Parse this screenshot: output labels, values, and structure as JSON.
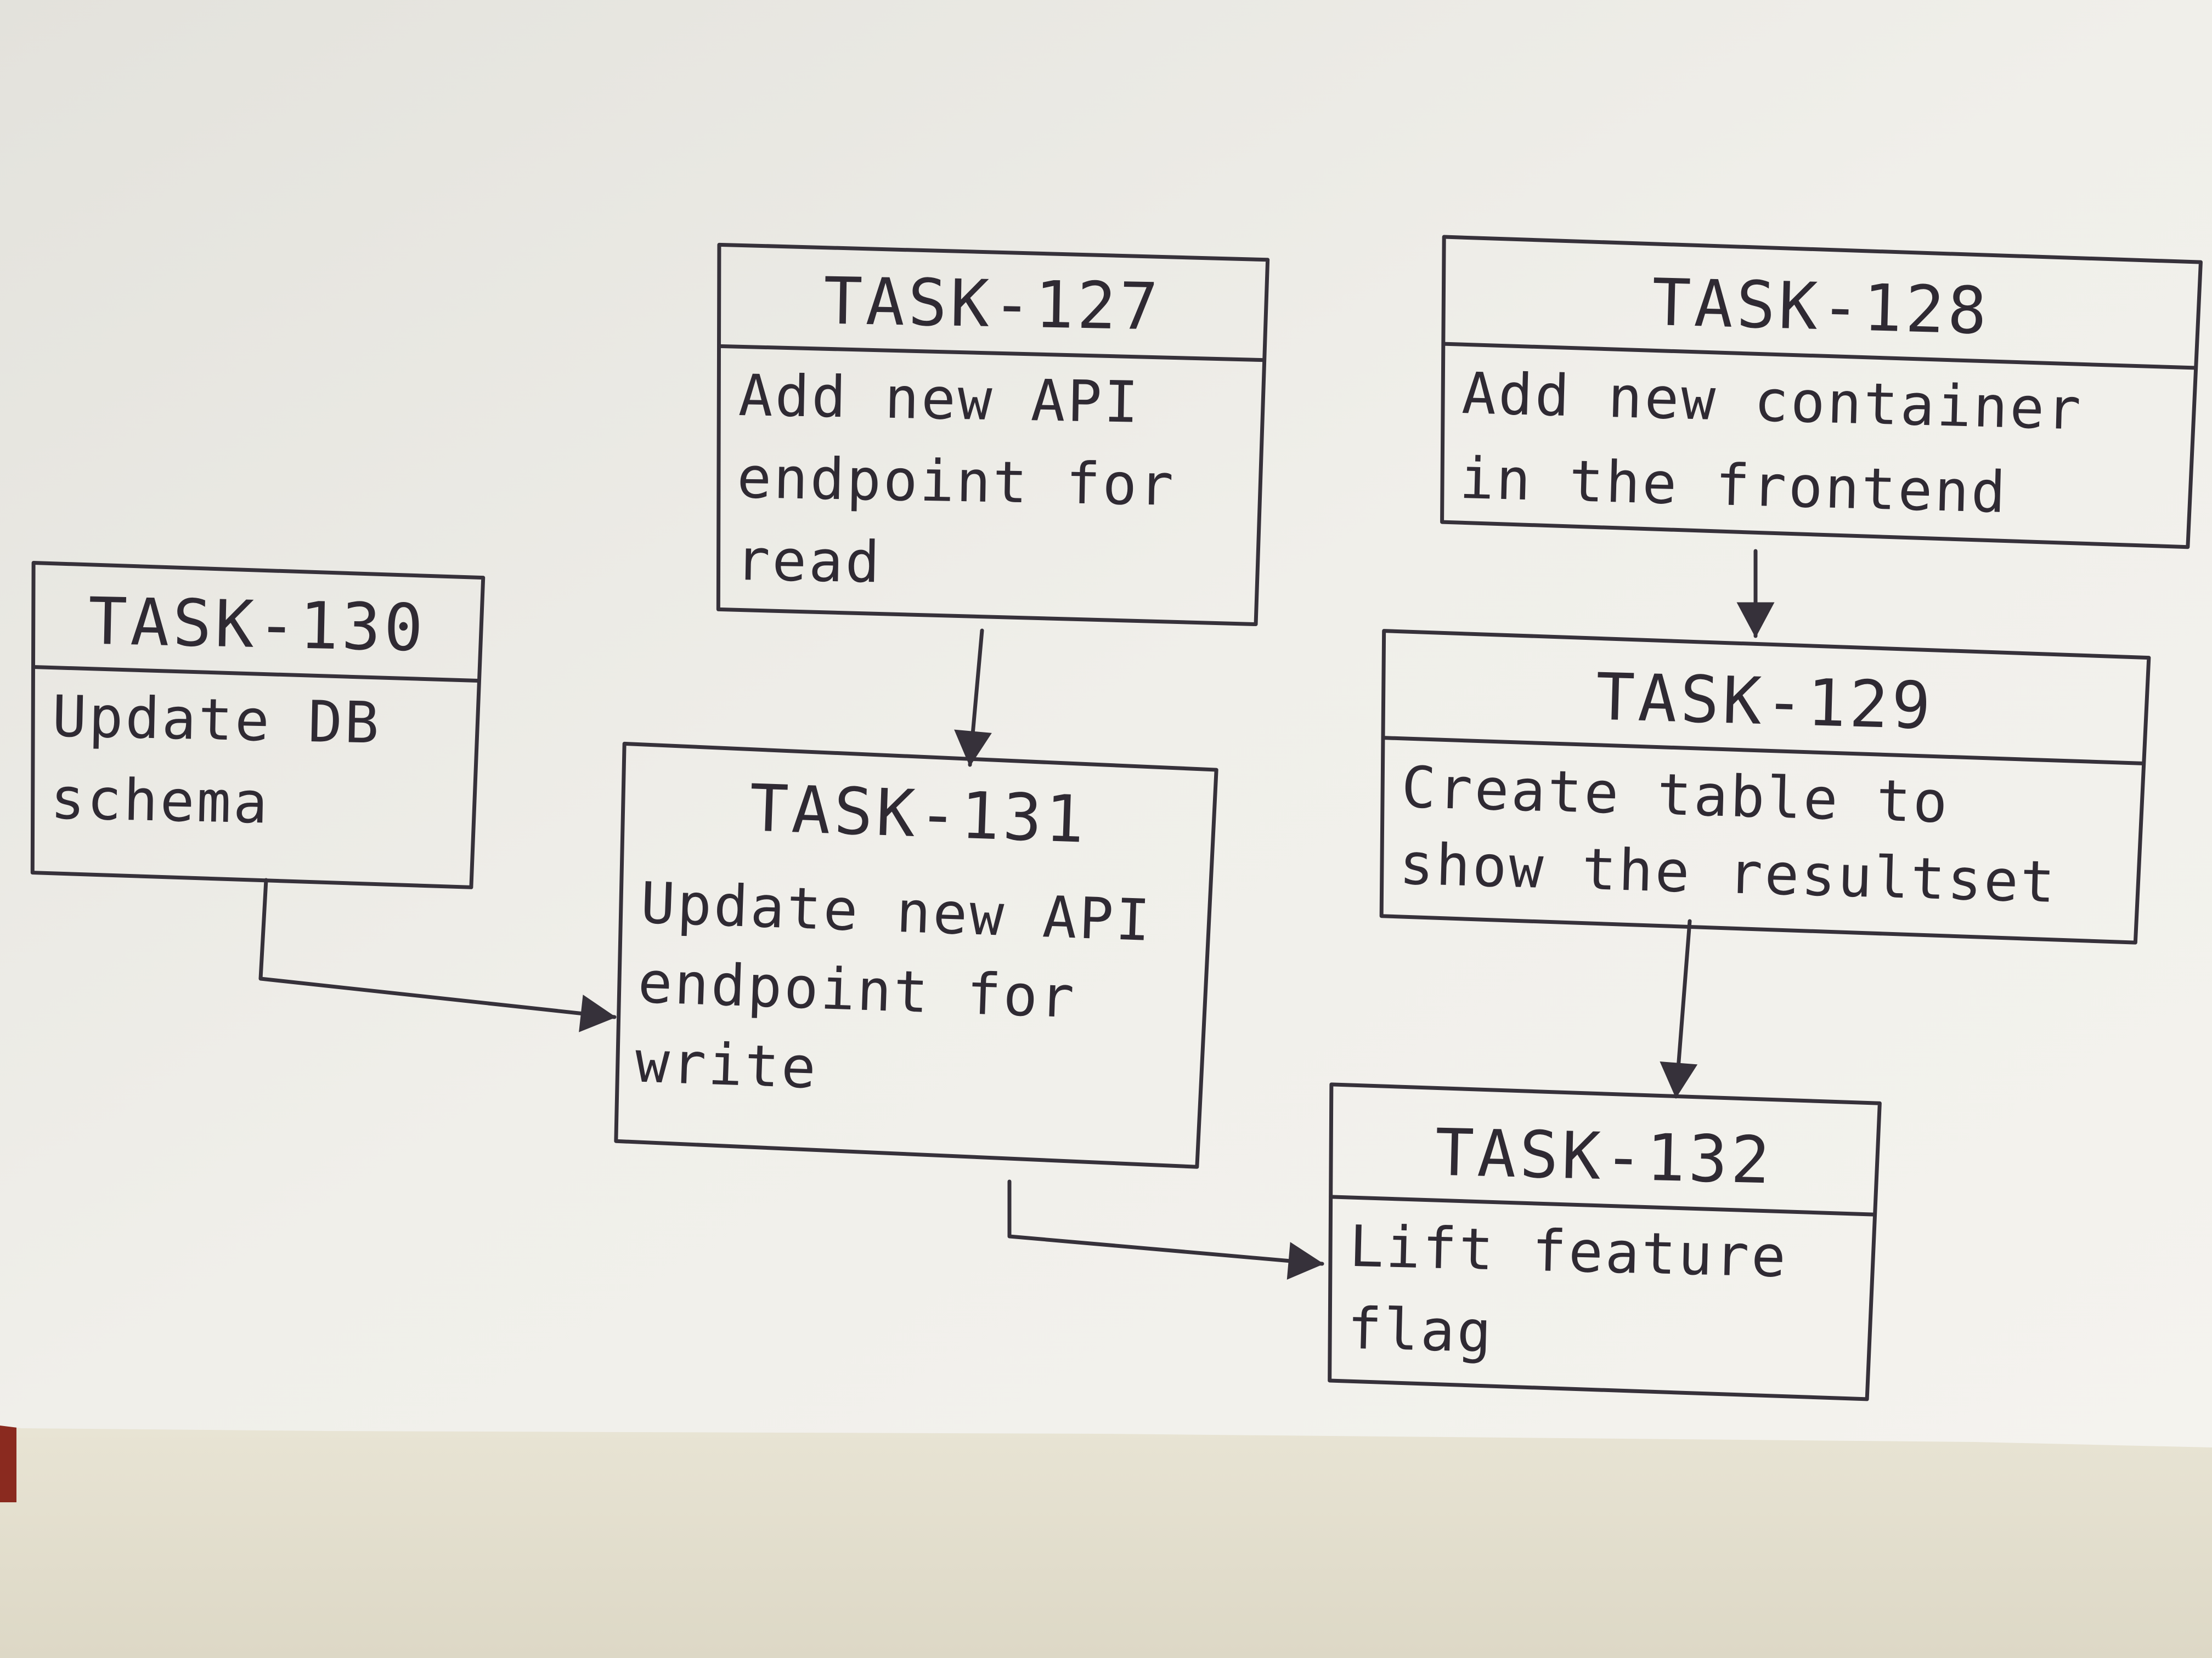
{
  "tasks": [
    {
      "id": "130",
      "title": "TASK-130",
      "lines": [
        "Update DB",
        "schema"
      ]
    },
    {
      "id": "127",
      "title": "TASK-127",
      "lines": [
        "Add new API",
        "endpoint for",
        "read"
      ]
    },
    {
      "id": "128",
      "title": "TASK-128",
      "lines": [
        "Add new container",
        "in the frontend"
      ]
    },
    {
      "id": "129",
      "title": "TASK-129",
      "lines": [
        "Create table to",
        "show the resultset"
      ]
    },
    {
      "id": "131",
      "title": "TASK-131",
      "lines": [
        "Update new API",
        "endpoint for",
        "write"
      ]
    },
    {
      "id": "132",
      "title": "TASK-132",
      "lines": [
        "Lift feature",
        "flag"
      ]
    }
  ],
  "dependencies": [
    {
      "from": "127",
      "to": "131"
    },
    {
      "from": "130",
      "to": "131"
    },
    {
      "from": "128",
      "to": "129"
    },
    {
      "from": "129",
      "to": "132"
    },
    {
      "from": "131",
      "to": "132"
    }
  ],
  "colors": {
    "paper": "#ecebe6",
    "ink": "#36313a",
    "background": "#cfcbc2",
    "page_below": "#e6e2d3"
  }
}
